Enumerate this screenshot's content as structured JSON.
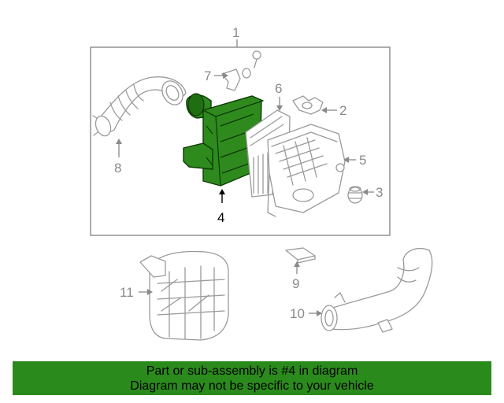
{
  "diagram": {
    "callouts": {
      "c1": "1",
      "c2": "2",
      "c3": "3",
      "c4": "4",
      "c5": "5",
      "c6": "6",
      "c7": "7",
      "c8": "8",
      "c9": "9",
      "c10": "10",
      "c11": "11"
    },
    "highlight_color": "#2b8a1c",
    "highlighted_part": "4"
  },
  "banner": {
    "line1": "Part or sub-assembly is #4 in diagram",
    "line2": "Diagram may not be specific to your vehicle"
  }
}
